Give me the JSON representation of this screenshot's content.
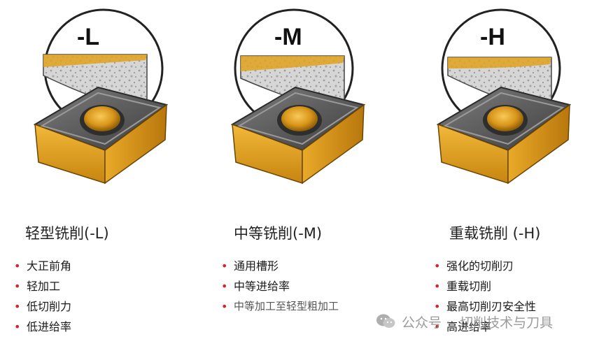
{
  "columns": [
    {
      "grade": "-L",
      "title": "轻型铣削(-L)",
      "features": [
        "大正前角",
        "轻加工",
        "低切削力",
        "低进给率"
      ]
    },
    {
      "grade": "-M",
      "title": "中等铣削(-M)",
      "features": [
        "通用槽形",
        "中等进给率",
        "中等加工至轻型粗加工"
      ]
    },
    {
      "grade": "-H",
      "title": "重载铣削 (-H)",
      "features": [
        "强化的切削刃",
        "重载切削",
        "最高切削刃安全性",
        "高进给率"
      ]
    }
  ],
  "watermark": {
    "source": "公众号 ·",
    "name": "切削技术与刀具",
    "icon": "wechat-icon"
  },
  "colors": {
    "bullet": "#d8232a",
    "insert_gold": "#e4a21f",
    "insert_gray": "#5a5a5a",
    "workpiece": "#cfcfcf"
  }
}
